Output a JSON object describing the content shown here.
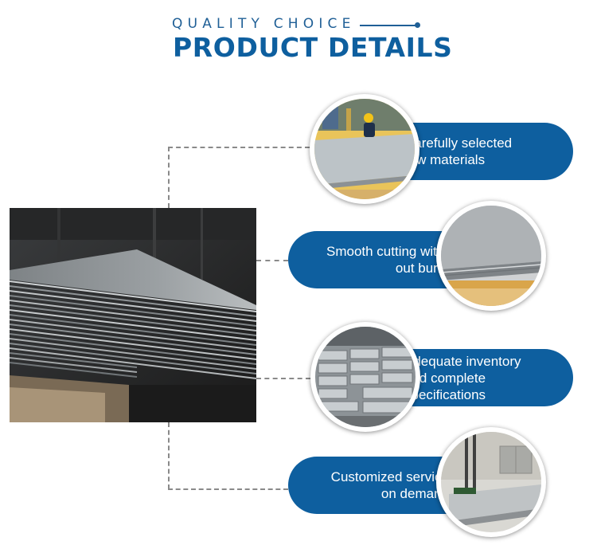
{
  "header": {
    "kicker": "QUALITY CHOICE",
    "title": "PRODUCT DETAILS"
  },
  "features": [
    {
      "line1": "Carefully selected",
      "line2": "raw materials"
    },
    {
      "line1": "Smooth cutting with-",
      "line2": "out burrs"
    },
    {
      "line1": "Adequate inventory",
      "line2": "and complete",
      "line3": "specifications"
    },
    {
      "line1": "Customized service",
      "line2": "on demand"
    }
  ],
  "colors": {
    "brand_blue": "#0e5f9f",
    "connector": "#8a8a8a"
  }
}
